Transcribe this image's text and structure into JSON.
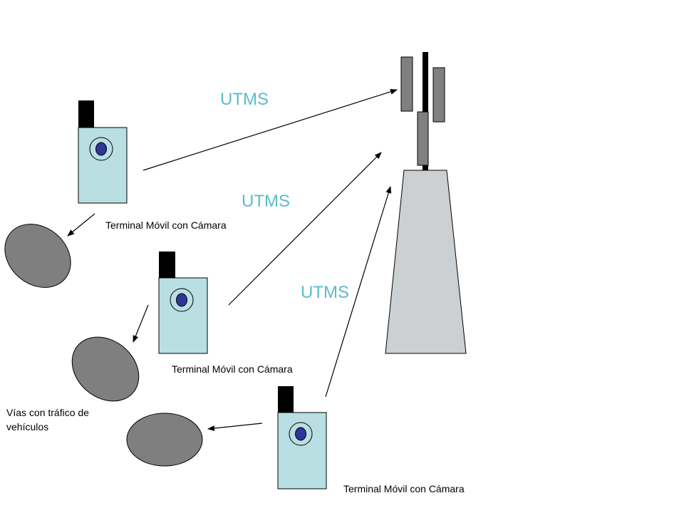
{
  "labels": {
    "utms_1": "UTMS",
    "utms_2": "UTMS",
    "utms_3": "UTMS",
    "terminal_1": "Terminal Móvil con Cámara",
    "terminal_2": "Terminal Móvil con Cámara",
    "terminal_3": "Terminal Móvil con Cámara",
    "roads_line1": "Vías con tráfico de",
    "roads_line2": "vehículos"
  },
  "colors": {
    "utms_text": "#5bbdc8",
    "phone_body": "#b9dfe2",
    "lens": "#2e3699",
    "road": "#7f7f7f",
    "tower_base": "#ccd0d2",
    "antenna_panel": "#808080"
  }
}
